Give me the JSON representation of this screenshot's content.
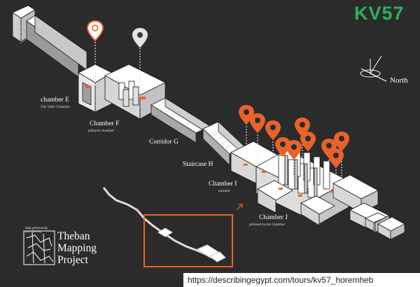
{
  "title": "KV57",
  "title_color": "#2fae5e",
  "accent_color": "#e8622c",
  "north_label": "North",
  "labels": {
    "chamber_e": {
      "name": "chamber E",
      "desc": "The Well Chamber"
    },
    "chamber_f": {
      "name": "Chamber F",
      "desc": "pillared chamber"
    },
    "corridor_g": {
      "name": "Corridor G"
    },
    "staircase_h": {
      "name": "Staircase H"
    },
    "chamber_i": {
      "name": "Chamber I",
      "desc": "painted"
    },
    "chamber_j": {
      "name": "Chamber J",
      "desc": "pillared burial chamber"
    }
  },
  "credit": {
    "provider_note": "Map generously provided by",
    "logo_lines": [
      "Theban",
      "Mapping",
      "Project"
    ]
  },
  "markers": {
    "orange_count": 11,
    "white_count": 1,
    "highlighted_count": 1
  },
  "source_url": "https://describingegypt.com/tours/kv57_horemheb"
}
